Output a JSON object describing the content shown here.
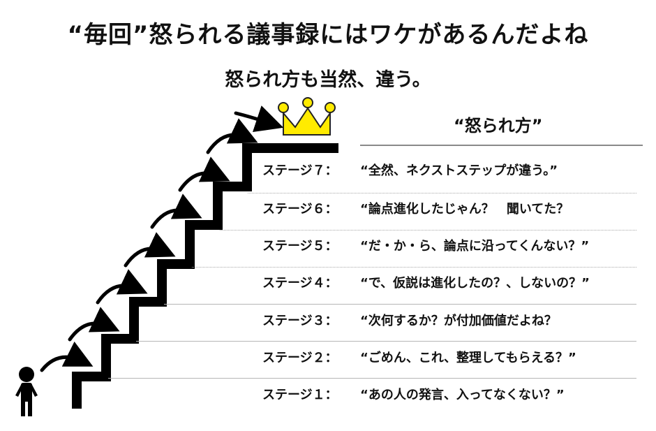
{
  "title": "“毎回”怒られる議事録にはワケがあるんだよね",
  "subtitle": "怒られ方も当然、違う。",
  "column_header": "“怒られ方”",
  "stages": [
    {
      "stage": "ステージ７：",
      "quote": "“全然、ネクストステップが違う。”"
    },
    {
      "stage": "ステージ６：",
      "quote": "“論点進化したじゃん？　聞いてた？"
    },
    {
      "stage": "ステージ５：",
      "quote": "“だ・か・ら、論点に沿ってくんない？”"
    },
    {
      "stage": "ステージ４：",
      "quote": "“で、仮説は進化したの？、しないの？”"
    },
    {
      "stage": "ステージ３：",
      "quote": "“次何するか？が付加価値だよね？"
    },
    {
      "stage": "ステージ２：",
      "quote": "“ごめん、これ、整理してもらえる？”"
    },
    {
      "stage": "ステージ１：",
      "quote": "“あの人の発言、入ってなくない？”"
    }
  ],
  "colors": {
    "crown_fill": "#ffeb00",
    "stairs": "#000000",
    "text": "#111111"
  },
  "icons": [
    "person-icon",
    "crown-icon",
    "arrow-icon"
  ]
}
